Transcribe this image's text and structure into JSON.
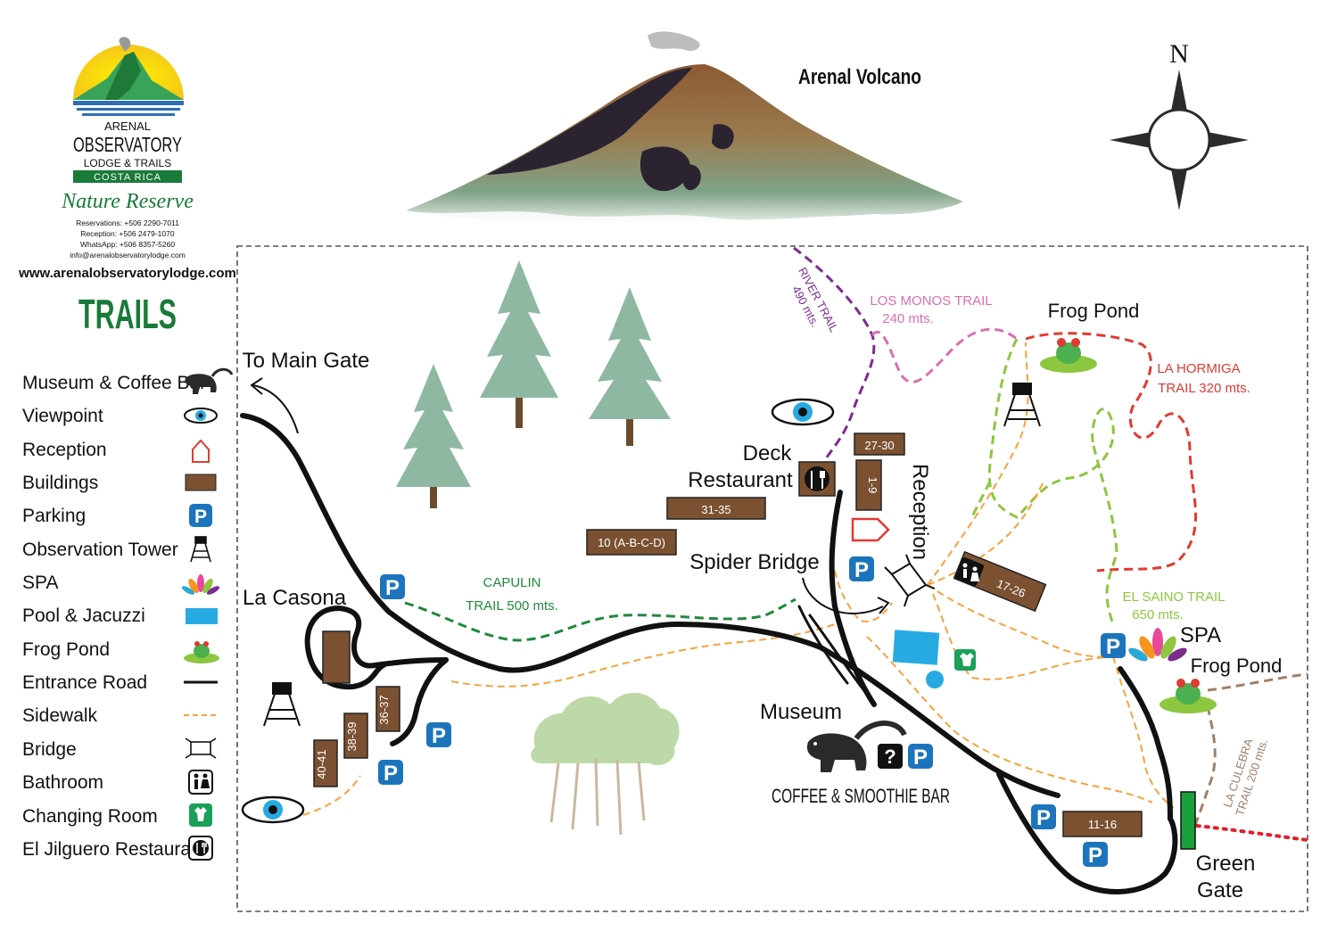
{
  "header": {
    "brand_top": "ARENAL",
    "brand_main": "OBSERVATORY",
    "brand_sub": "LODGE & TRAILS",
    "brand_country": "COSTA RICA",
    "tagline": "Nature Reserve",
    "contacts": [
      "Reservations: +506 2290-7011",
      "Reception: +506 2479-1070",
      "WhatsApp: +506 8357-5260",
      "info@arenalobservatorylodge.com"
    ],
    "website": "www.arenalobservatorylodge.com",
    "title": "TRAILS"
  },
  "compass": {
    "north": "N"
  },
  "volcano": {
    "label": "Arenal Volcano"
  },
  "legend": [
    {
      "label": "Museum & Coffee Bar",
      "icon": "coati-icon"
    },
    {
      "label": "Viewpoint",
      "icon": "eye-icon"
    },
    {
      "label": "Reception",
      "icon": "house-outline-icon"
    },
    {
      "label": "Buildings",
      "icon": "building-block-icon"
    },
    {
      "label": "Parking",
      "icon": "parking-icon"
    },
    {
      "label": "Observation Tower",
      "icon": "tower-icon"
    },
    {
      "label": "SPA",
      "icon": "lotus-icon"
    },
    {
      "label": "Pool & Jacuzzi",
      "icon": "pool-icon"
    },
    {
      "label": "Frog Pond",
      "icon": "frog-icon"
    },
    {
      "label": "Entrance Road",
      "icon": "solid-line-icon"
    },
    {
      "label": "Sidewalk",
      "icon": "dashed-line-icon"
    },
    {
      "label": "Bridge",
      "icon": "bridge-icon"
    },
    {
      "label": "Bathroom",
      "icon": "restroom-icon"
    },
    {
      "label": "Changing Room",
      "icon": "shirt-icon"
    },
    {
      "label": "El Jilguero Restaurant",
      "icon": "cutlery-icon"
    }
  ],
  "places": {
    "to_main_gate": "To Main Gate",
    "la_casona": "La Casona",
    "deck_line1": "Deck",
    "deck_line2": "Restaurant",
    "reception": "Reception",
    "spider_bridge": "Spider Bridge",
    "museum": "Museum",
    "coffee_bar": "COFFEE & SMOOTHIE BAR",
    "frog_pond_top": "Frog Pond",
    "frog_pond_right": "Frog Pond",
    "spa": "SPA",
    "green_gate_line1": "Green",
    "green_gate_line2": "Gate"
  },
  "trails": {
    "river": {
      "line1": "RIVER TRAIL",
      "line2": "490 mts.",
      "color": "#7b2d8e"
    },
    "los_monos": {
      "line1": "LOS MONOS TRAIL",
      "line2": "240 mts.",
      "color": "#d96fb0"
    },
    "la_hormiga": {
      "line1": "LA HORMIGA",
      "line2": "TRAIL 320 mts.",
      "color": "#e03a32"
    },
    "el_saino": {
      "line1": "EL SAINO TRAIL",
      "line2": "650 mts.",
      "color": "#8dc63f"
    },
    "capulin": {
      "line1": "CAPULIN",
      "line2": "TRAIL 500 mts.",
      "color": "#1f8a3c"
    },
    "la_culebra": {
      "line1": "LA CULEBRA",
      "line2": "TRAIL 200 mts.",
      "color": "#a0806a"
    }
  },
  "buildings": {
    "b2730": "27-30",
    "b19": "1-9",
    "b3135": "31-35",
    "b10": "10 (A-B-C-D)",
    "b1726": "17-26",
    "b1116": "11-16",
    "b3637": "36-37",
    "b3839": "38-39",
    "b4041": "40-41"
  },
  "parking_letter": "P",
  "question_mark": "?",
  "colors": {
    "brand_green": "#1a7a3a",
    "parking_blue": "#1c75bc",
    "building_brown": "#7b5132",
    "sidewalk_orange": "#f7a23b",
    "pool_blue": "#27aae1"
  }
}
